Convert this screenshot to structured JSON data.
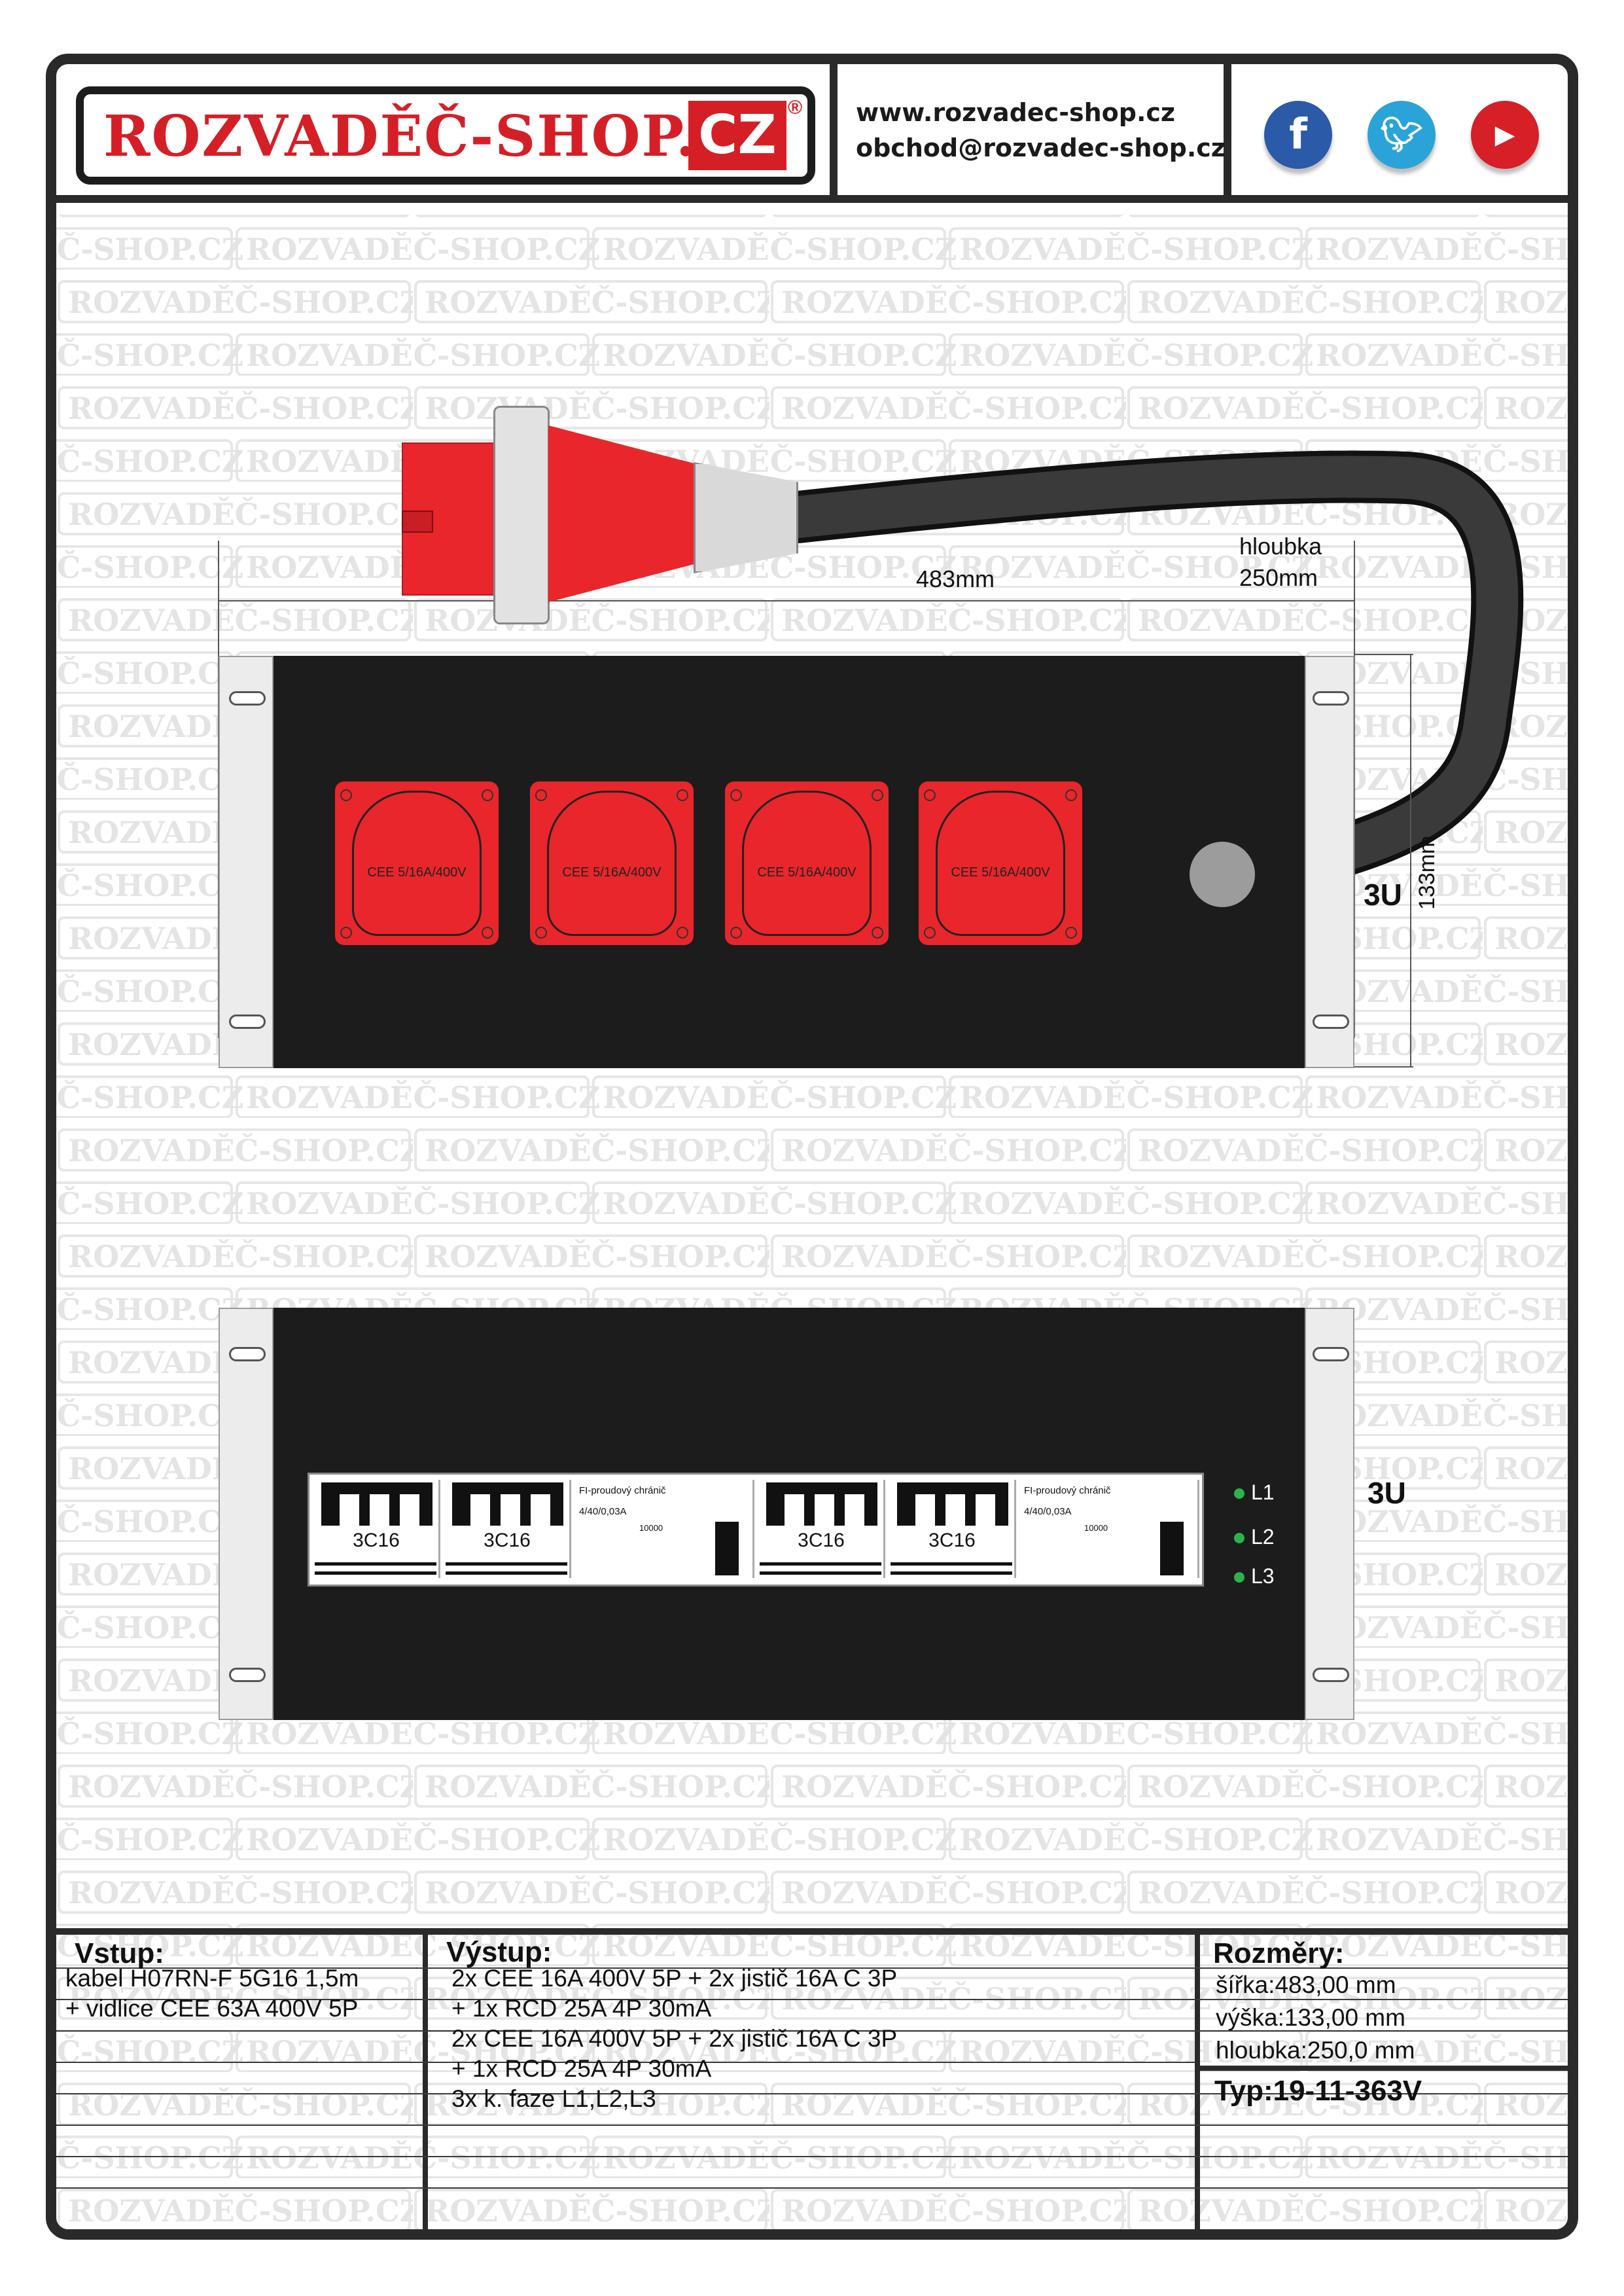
{
  "header": {
    "logo_text": "ROZVADĚČ-SHOP.",
    "logo_tld": "CZ",
    "logo_reg": "®",
    "website": "www.rozvadec-shop.cz",
    "email": "obchod@rozvadec-shop.cz",
    "social": [
      {
        "icon": "facebook-icon",
        "glyph": "f",
        "color": "#2a5aa8"
      },
      {
        "icon": "twitter-icon",
        "glyph": "t",
        "color": "#2aa4d8"
      },
      {
        "icon": "youtube-icon",
        "glyph": "▶",
        "color": "#d61f26"
      }
    ]
  },
  "watermark": "ROZVADĚČ-SHOP.CZ",
  "front_view": {
    "width_label": "483mm",
    "depth_label_1": "hloubka",
    "depth_label_2": "250mm",
    "height_label": "133mm",
    "units_label": "3U",
    "sockets": [
      {
        "label": "CEE 5/16A/400V"
      },
      {
        "label": "CEE 5/16A/400V"
      },
      {
        "label": "CEE 5/16A/400V"
      },
      {
        "label": "CEE 5/16A/400V"
      }
    ]
  },
  "rear_view": {
    "units_label": "3U",
    "breakers": [
      "3C16",
      "3C16",
      "3C16",
      "3C16"
    ],
    "rcd": {
      "title": "FI-proudový chránič",
      "spec": "4/40/0,03A",
      "code": "10000"
    },
    "leds": [
      "L1",
      "L2",
      "L3"
    ]
  },
  "table": {
    "input_heading": "Vstup:",
    "input_lines": [
      "kabel H07RN-F 5G16 1,5m",
      "+ vidlice CEE 63A 400V 5P"
    ],
    "output_heading": "Výstup:",
    "output_lines": [
      "2x CEE 16A 400V 5P + 2x jistič 16A C 3P",
      "+ 1x RCD 25A 4P 30mA",
      "2x CEE 16A 400V 5P + 2x jistič 16A C 3P",
      "+ 1x RCD 25A 4P 30mA",
      "3x k. faze L1,L2,L3"
    ],
    "dims_heading": "Rozměry:",
    "dims_lines": [
      "šířka:483,00 mm",
      "výška:133,00 mm",
      "hloubka:250,0 mm"
    ],
    "type_label": "Typ:19-11-363V"
  },
  "colors": {
    "brand_red": "#d51f27",
    "frame": "#2a2a2a",
    "panel": "#1c1c1c",
    "led_green": "#2db24a"
  }
}
